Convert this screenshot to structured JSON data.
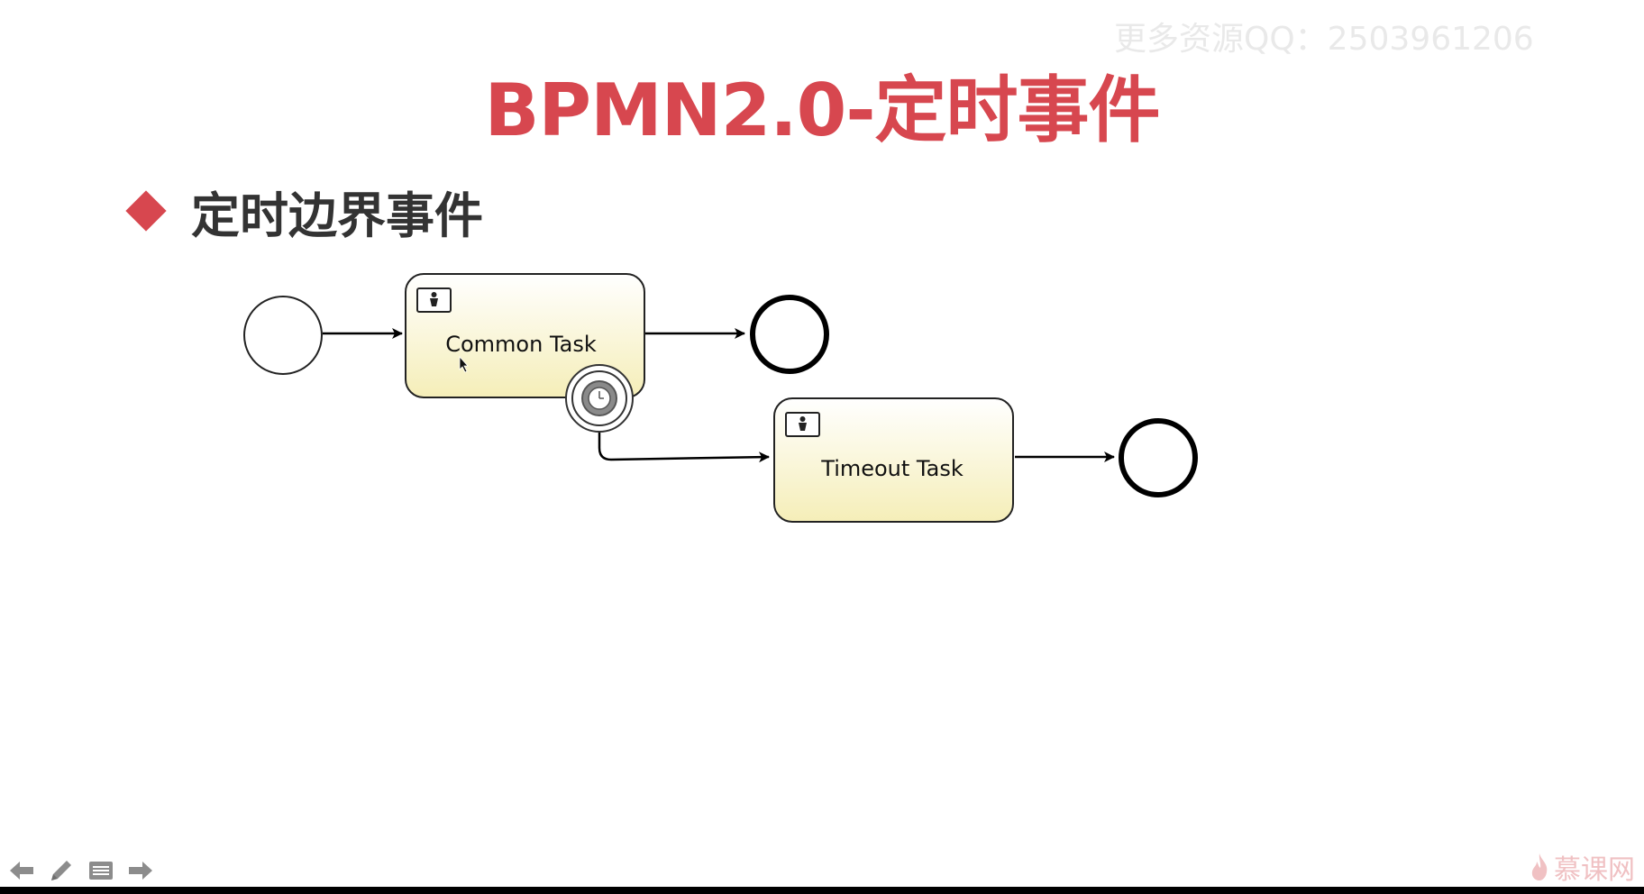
{
  "watermark": "更多资源QQ：2503961206",
  "slide": {
    "title": "BPMN2.0-定时事件",
    "bullet": "定时边界事件"
  },
  "diagram": {
    "task_common": "Common Task",
    "task_timeout": "Timeout Task"
  },
  "toolbar": {
    "icons": [
      "arrow-left-icon",
      "pen-icon",
      "menu-icon",
      "arrow-right-icon"
    ]
  },
  "brand": {
    "name": "慕课网",
    "icon": "flame-icon"
  },
  "colors": {
    "accent": "#d7474f",
    "task_fill_top": "#ffffff",
    "task_fill_bottom": "#f5eeb8"
  }
}
